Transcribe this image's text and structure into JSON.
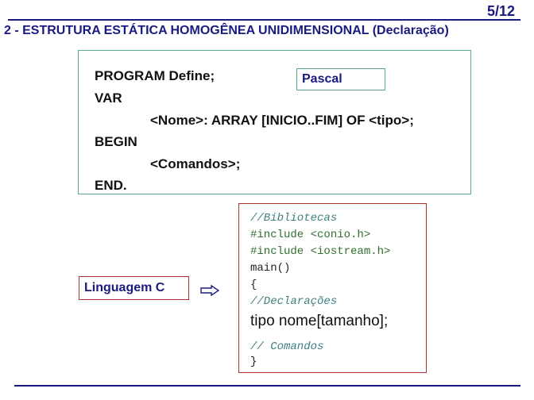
{
  "slide": {
    "page_number": "5/12",
    "title": "2 - ESTRUTURA ESTÁTICA HOMOGÊNEA UNIDIMENSIONAL (Declaração)"
  },
  "pascal": {
    "label": "Pascal",
    "lines": [
      "PROGRAM Define;",
      "VAR",
      "<Nome>:  ARRAY [INICIO..FIM] OF <tipo>;",
      "BEGIN",
      "<Comandos>;",
      "END."
    ]
  },
  "c_language": {
    "label": "Linguagem C",
    "arrow_icon": "right-arrow-icon",
    "lines": [
      "//Bibliotecas",
      "#include <conio.h>",
      "#include <iostream.h>",
      "main()",
      "{",
      "//Declarações",
      "tipo nome[tamanho];",
      "// Comandos",
      "}"
    ]
  },
  "colors": {
    "title": "#1a1a80",
    "pascal_border": "#5aa89a",
    "c_border": "#b03030",
    "comment": "#3e7f7f",
    "directive": "#2f6f2f"
  }
}
